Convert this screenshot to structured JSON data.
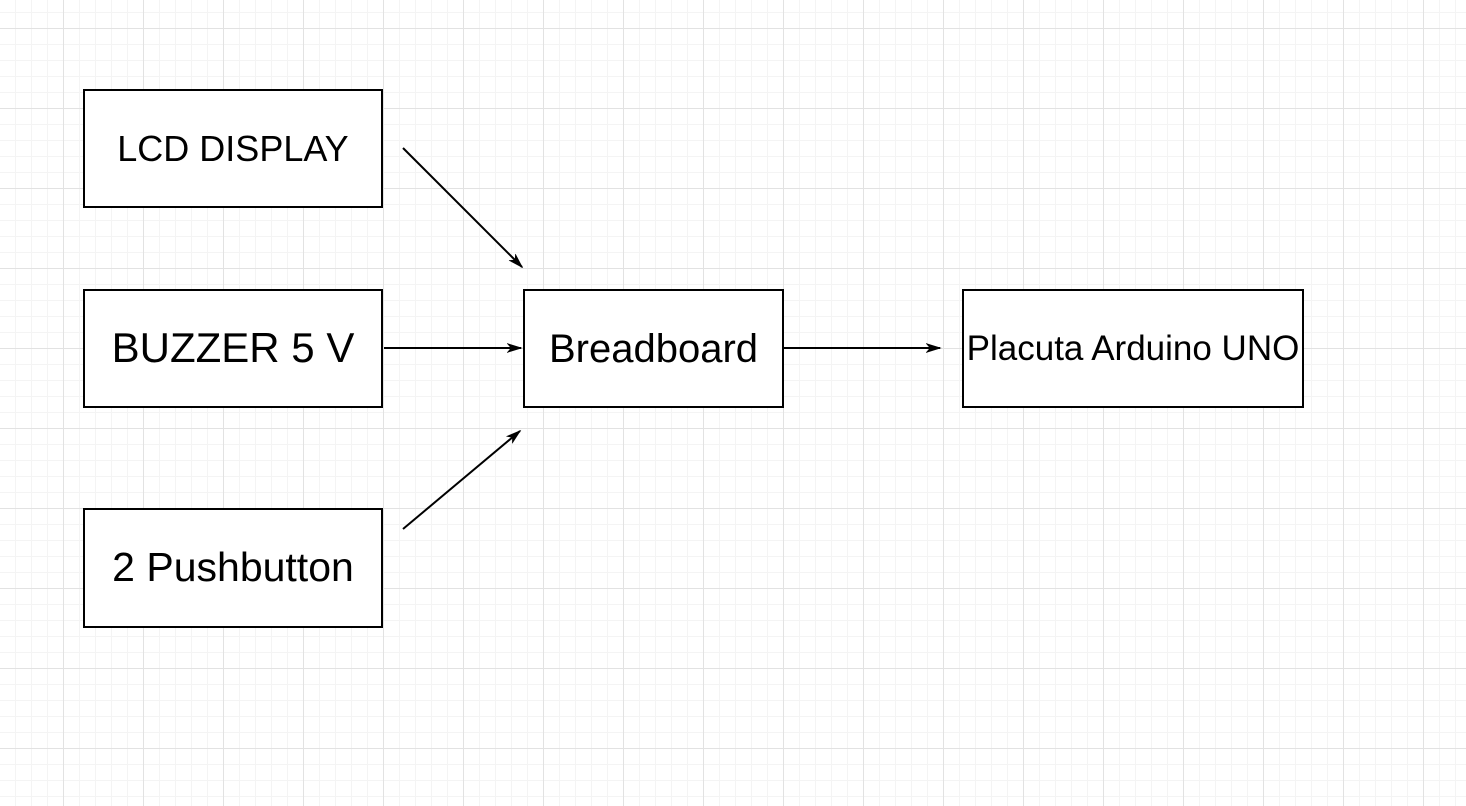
{
  "canvas": {
    "type": "gridded-diagram-canvas",
    "background_color": "#ffffff",
    "grid_minor_color": "#f4f4f4",
    "grid_major_color": "#e2e2e2",
    "shape_border_color": "#000000",
    "shape_fill_color": "#ffffff",
    "connector_color": "#000000"
  },
  "diagram": {
    "nodes": [
      {
        "id": "lcd",
        "label": "LCD DISPLAY"
      },
      {
        "id": "buzzer",
        "label": "BUZZER 5 V"
      },
      {
        "id": "pushbutton",
        "label": "2 Pushbutton"
      },
      {
        "id": "breadboard",
        "label": "Breadboard"
      },
      {
        "id": "arduino",
        "label": "Placuta Arduino UNO"
      }
    ],
    "edges": [
      {
        "from": "lcd",
        "to": "breadboard",
        "style": "arrow",
        "direction": "diagonal-down-right"
      },
      {
        "from": "buzzer",
        "to": "breadboard",
        "style": "arrow",
        "direction": "horizontal-right"
      },
      {
        "from": "pushbutton",
        "to": "breadboard",
        "style": "arrow",
        "direction": "diagonal-up-right"
      },
      {
        "from": "breadboard",
        "to": "arduino",
        "style": "arrow",
        "direction": "horizontal-right"
      }
    ]
  }
}
